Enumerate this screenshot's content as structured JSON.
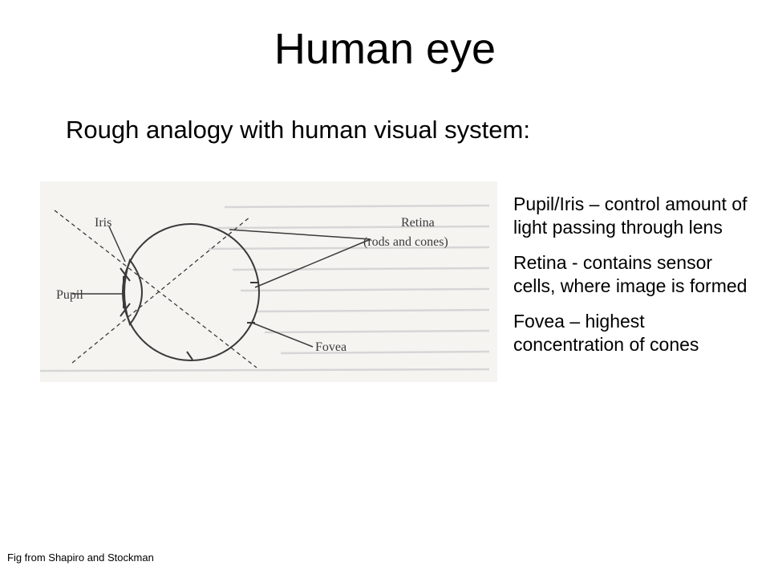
{
  "slide": {
    "title": "Human eye",
    "subtitle": "Rough analogy with human visual system:",
    "caption": "Fig from Shapiro and Stockman"
  },
  "figure": {
    "labels": {
      "iris": "Iris",
      "retina": "Retina",
      "retina_sub": "(rods and cones)",
      "pupil": "Pupil",
      "fovea": "Fovea"
    }
  },
  "bullets": [
    {
      "text": "Pupil/Iris – control amount of light passing through lens"
    },
    {
      "text": "Retina - contains sensor cells, where image is formed"
    },
    {
      "text": "Fovea – highest concentration of cones"
    }
  ],
  "colors": {
    "figure_bg": "#f5f4f1",
    "ink": "#3a3a3a",
    "bleed_text": "#c8c8c8"
  }
}
